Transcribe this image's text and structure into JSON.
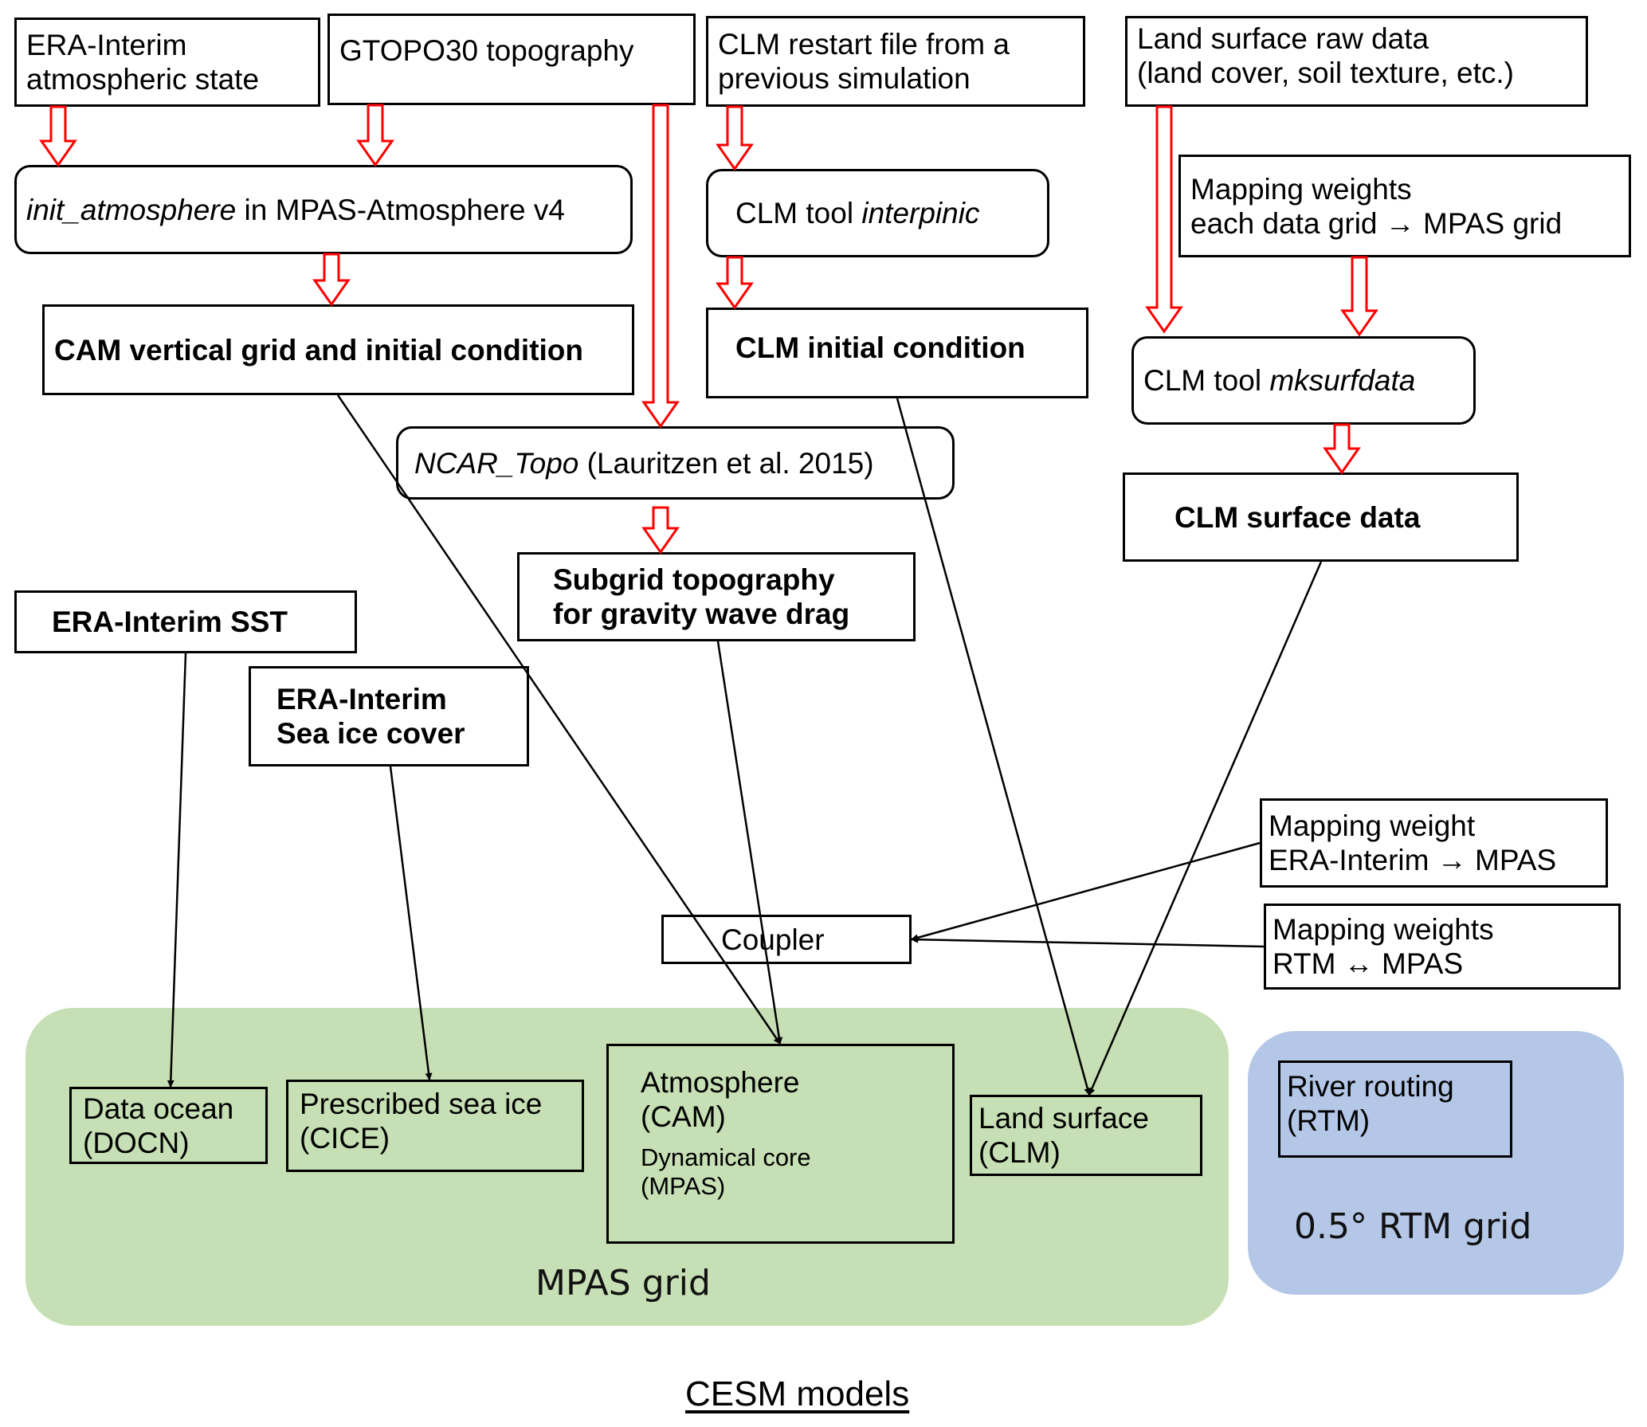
{
  "title": "CESM models",
  "colors": {
    "red_arrow": "#ff0000",
    "mpas_panel": "#c6dfb4",
    "rtm_panel": "#b4c7e7",
    "line": "#000000"
  },
  "inputs": {
    "era_atm": [
      "ERA-Interim",
      "atmospheric state"
    ],
    "gtopo": "GTOPO30 topography",
    "clm_restart": [
      "CLM restart file from a",
      "previous simulation"
    ],
    "land_raw": [
      "Land surface raw data",
      "(land cover, soil texture, etc.)"
    ],
    "mapping_weights_data": [
      "Mapping weights",
      "each data grid → MPAS grid"
    ]
  },
  "tools": {
    "init_atm_italic": "init_atmosphere",
    "init_atm_rest": " in MPAS-Atmosphere v4",
    "interpinic_prefix": "CLM tool ",
    "interpinic_italic": "interpinic",
    "mksurfdata_prefix": "CLM tool ",
    "mksurfdata_italic": "mksurfdata",
    "ncar_topo_italic": "NCAR_Topo",
    "ncar_topo_rest": " (Lauritzen et al. 2015)"
  },
  "products": {
    "cam_ic": "CAM vertical grid and initial condition",
    "clm_ic": "CLM initial condition",
    "clm_surface": "CLM surface data",
    "subgrid": [
      "Subgrid topography",
      "for gravity wave drag"
    ],
    "era_sst": "ERA-Interim SST",
    "era_seaice": [
      "ERA-Interim",
      "Sea ice cover"
    ]
  },
  "coupling": {
    "coupler": "Coupler",
    "mapping_era": [
      "Mapping weight",
      "ERA-Interim → MPAS"
    ],
    "mapping_rtm": [
      "Mapping weights",
      "RTM ↔ MPAS"
    ]
  },
  "components": {
    "docn": [
      "Data ocean",
      "(DOCN)"
    ],
    "cice": [
      "Prescribed sea ice",
      "(CICE)"
    ],
    "cam": [
      "Atmosphere",
      "(CAM)"
    ],
    "cam_core": [
      "Dynamical core",
      "(MPAS)"
    ],
    "clm": [
      "Land surface",
      "(CLM)"
    ],
    "rtm": [
      "River routing",
      "(RTM)"
    ]
  },
  "panels": {
    "mpas_grid": "MPAS grid",
    "rtm_grid": "0.5° RTM grid"
  }
}
